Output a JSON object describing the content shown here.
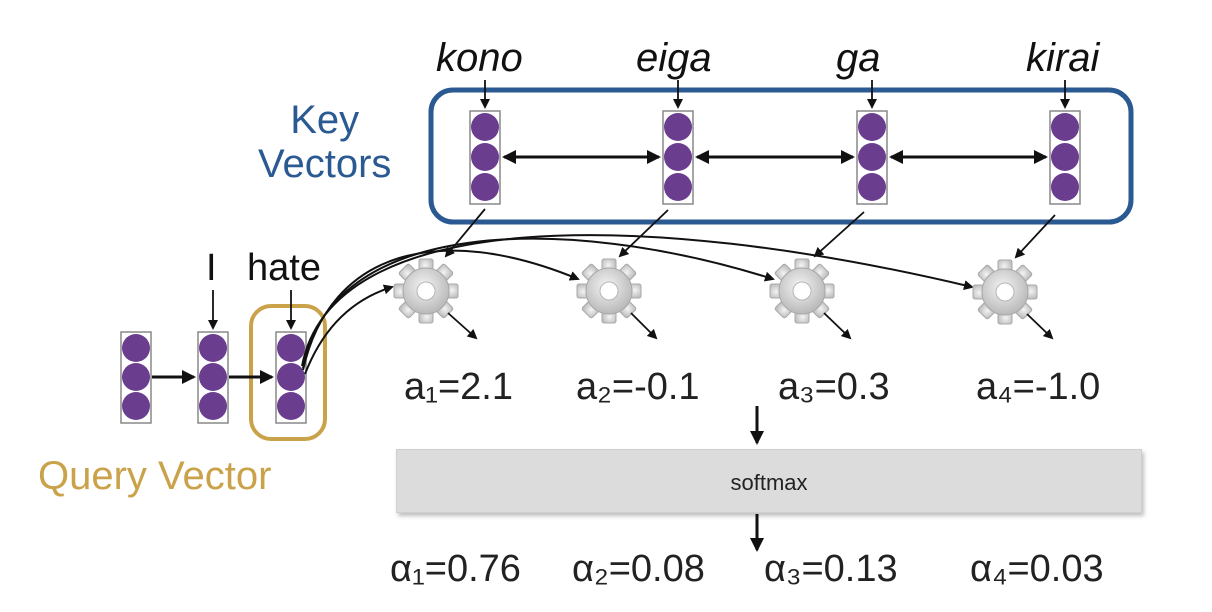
{
  "key_label": "Key\nVectors",
  "query_label": "Query Vector",
  "source_words": [
    "kono",
    "eiga",
    "ga",
    "kirai"
  ],
  "target_words": [
    "I",
    "hate"
  ],
  "scores": [
    "a₁=2.1",
    "a₂=-0.1",
    "a₃=0.3",
    "a₄=-1.0"
  ],
  "softmax_label": "softmax",
  "weights": [
    "α₁=0.76",
    "α₂=0.08",
    "α₃=0.13",
    "α₄=0.03"
  ],
  "colors": {
    "key": "#2b5a92",
    "query": "#c9a24a",
    "vector": "#6a3d8f",
    "gear": "#d0d0d0"
  }
}
